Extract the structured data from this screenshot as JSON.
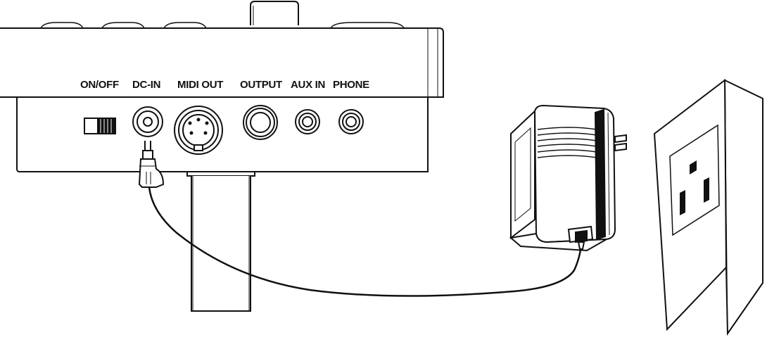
{
  "diagram": {
    "ports": [
      {
        "id": "on-off",
        "label": "ON/OFF"
      },
      {
        "id": "dc-in",
        "label": "DC-IN"
      },
      {
        "id": "midi-out",
        "label": "MIDI OUT"
      },
      {
        "id": "output",
        "label": "OUTPUT"
      },
      {
        "id": "aux-in",
        "label": "AUX IN"
      },
      {
        "id": "phone",
        "label": "PHONE"
      }
    ],
    "colors": {
      "line": "#111111",
      "background": "#ffffff"
    },
    "components": [
      "drum-module",
      "power-adapter",
      "wall-outlet",
      "power-cable"
    ]
  }
}
